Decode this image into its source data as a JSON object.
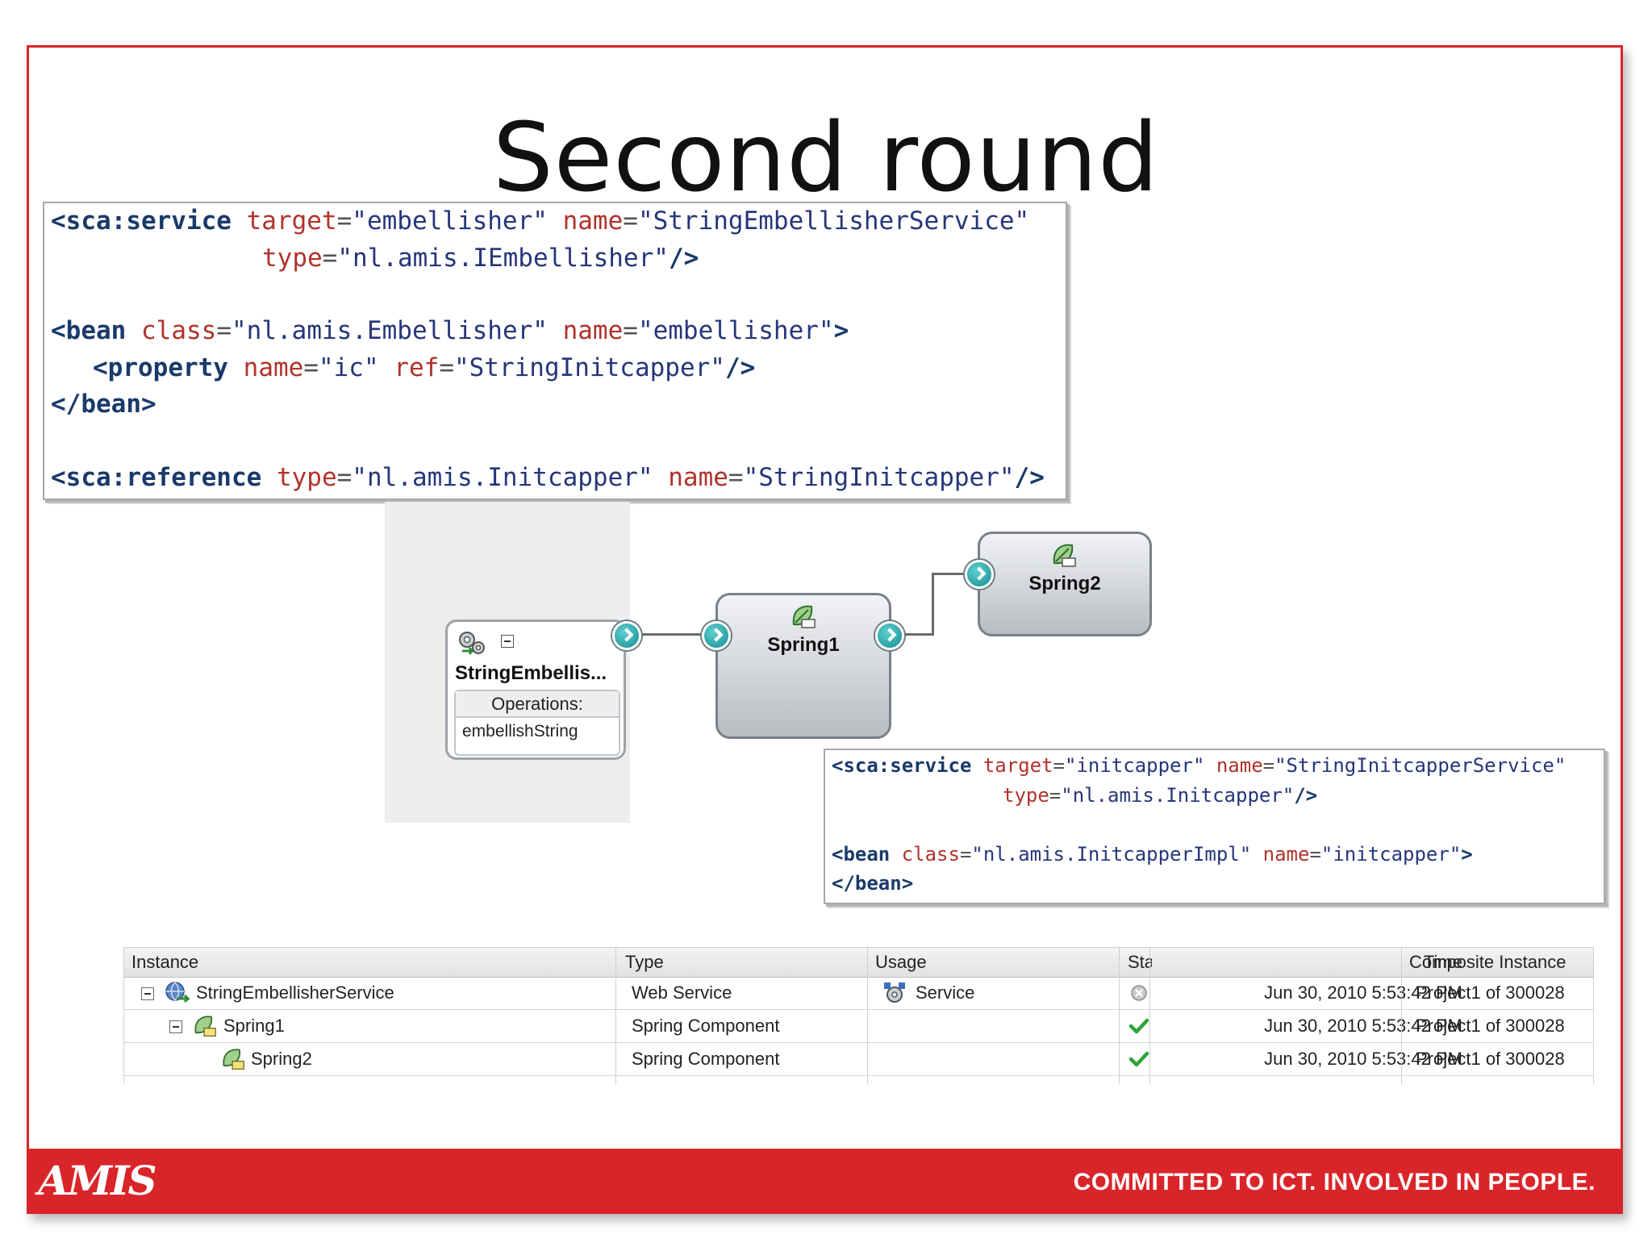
{
  "slide": {
    "title": "Second round"
  },
  "code_top": {
    "line1": {
      "t1": "<sca:service",
      "a1": "target",
      "v1": "\"embellisher\"",
      "a2": "name",
      "v2": "\"StringEmbellisherService\""
    },
    "line2": {
      "a1": "type",
      "v1": "\"nl.amis.IEmbellisher\"",
      "end": "/>"
    },
    "line3": {
      "t1": "<bean",
      "a1": "class",
      "v1": "\"nl.amis.Embellisher\"",
      "a2": "name",
      "v2": "\"embellisher\"",
      "end": ">"
    },
    "line4": {
      "t1": "<property",
      "a1": "name",
      "v1": "\"ic\"",
      "a2": "ref",
      "v2": "\"StringInitcapper\"",
      "end": "/>"
    },
    "line5": {
      "t1": "</bean>"
    },
    "line6": {
      "t1": "<sca:reference",
      "a1": "type",
      "v1": "\"nl.amis.Initcapper\"",
      "a2": "name",
      "v2": "\"StringInitcapper\"",
      "end": "/>"
    }
  },
  "code_bottom": {
    "line1": {
      "t1": "<sca:service",
      "a1": "target",
      "v1": "\"initcapper\"",
      "a2": "name",
      "v2": "\"StringInitcapperService\""
    },
    "line2": {
      "a1": "type",
      "v1": "\"nl.amis.Initcapper\"",
      "end": "/>"
    },
    "line3": {
      "t1": "<bean",
      "a1": "class",
      "v1": "\"nl.amis.InitcapperImpl\"",
      "a2": "name",
      "v2": "\"initcapper\"",
      "end": ">"
    },
    "line4": {
      "t1": "</bean>"
    }
  },
  "diagram": {
    "service": {
      "name": "StringEmbellis...",
      "operations_label": "Operations:",
      "operation": "embellishString",
      "icon": "gears-icon"
    },
    "spring1": {
      "name": "Spring1",
      "icon": "spring-leaf-icon"
    },
    "spring2": {
      "name": "Spring2",
      "icon": "spring-leaf-icon"
    },
    "port_color": "#1a9aa0"
  },
  "instances": {
    "headers": [
      "Instance",
      "Type",
      "Usage",
      "Sta",
      "Time",
      "Composite Instance"
    ],
    "rows": [
      {
        "instance": "StringEmbellisherService",
        "type": "Web Service",
        "usage": "Service",
        "state": "neutral",
        "time": "Jun 30, 2010 5:53:42 PM",
        "composite": "Project1 of 300028"
      },
      {
        "instance": "Spring1",
        "type": "Spring Component",
        "usage": "",
        "state": "ok",
        "time": "Jun 30, 2010 5:53:42 PM",
        "composite": "Project1 of 300028"
      },
      {
        "instance": "Spring2",
        "type": "Spring Component",
        "usage": "",
        "state": "ok",
        "time": "Jun 30, 2010 5:53:42 PM",
        "composite": "Project1 of 300028"
      }
    ]
  },
  "footer": {
    "logo": "AMIS",
    "tagline": "COMMITTED TO ICT.  INVOLVED IN PEOPLE.",
    "color": "#d9252a"
  }
}
